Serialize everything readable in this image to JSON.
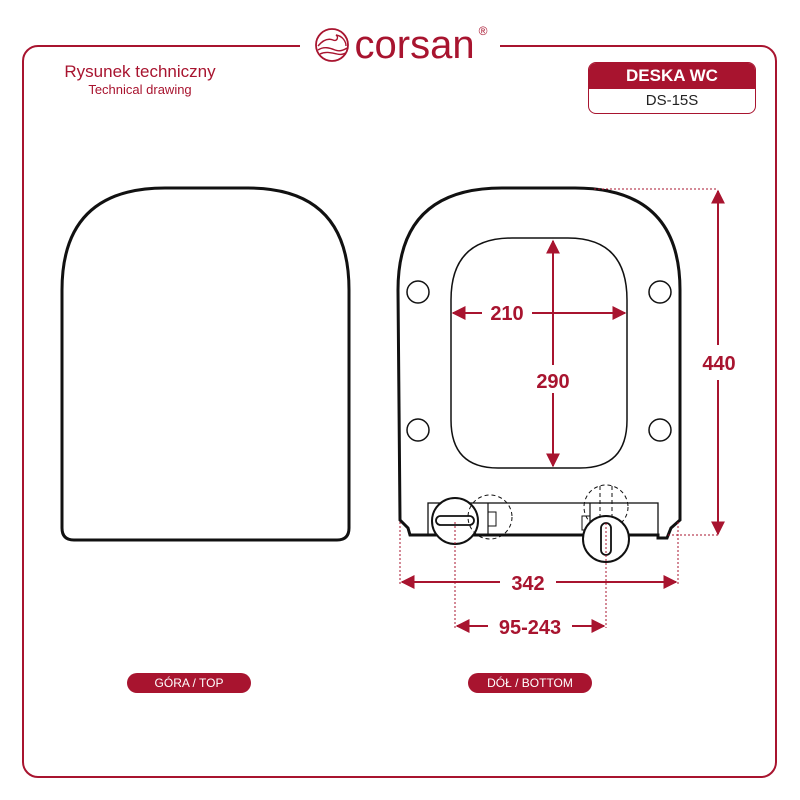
{
  "brand": {
    "logo_text": "corsan",
    "registered_mark": "®",
    "logo_icon": "wave-circle-icon",
    "accent_color": "#a8142f"
  },
  "header": {
    "title_pl": "Rysunek techniczny",
    "title_en": "Technical drawing"
  },
  "product": {
    "name": "DESKA WC",
    "code": "DS-15S"
  },
  "views": {
    "top_label": "GÓRA / TOP",
    "bottom_label": "DÓŁ / BOTTOM"
  },
  "dimensions": {
    "inner_width": "210",
    "inner_length": "290",
    "overall_length": "440",
    "overall_width": "342",
    "hinge_spacing": "95-243"
  }
}
